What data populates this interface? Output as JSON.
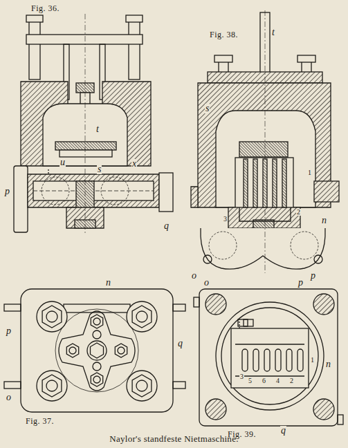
{
  "diagram": {
    "caption": "Naylor's standfeste Nietmaschine.",
    "labels": [
      "Fig. 36.",
      "Fig. 38.",
      "Fig. 37.",
      "Fig. 39.",
      "t",
      "u",
      "x",
      "s",
      "p",
      "q",
      "t",
      "s",
      "1",
      "2",
      "3",
      "n",
      "o",
      "p",
      "n",
      "p",
      "q",
      "o",
      "o",
      "p",
      "n",
      "1",
      "3",
      "5",
      "6",
      "4",
      "2",
      "q"
    ]
  }
}
